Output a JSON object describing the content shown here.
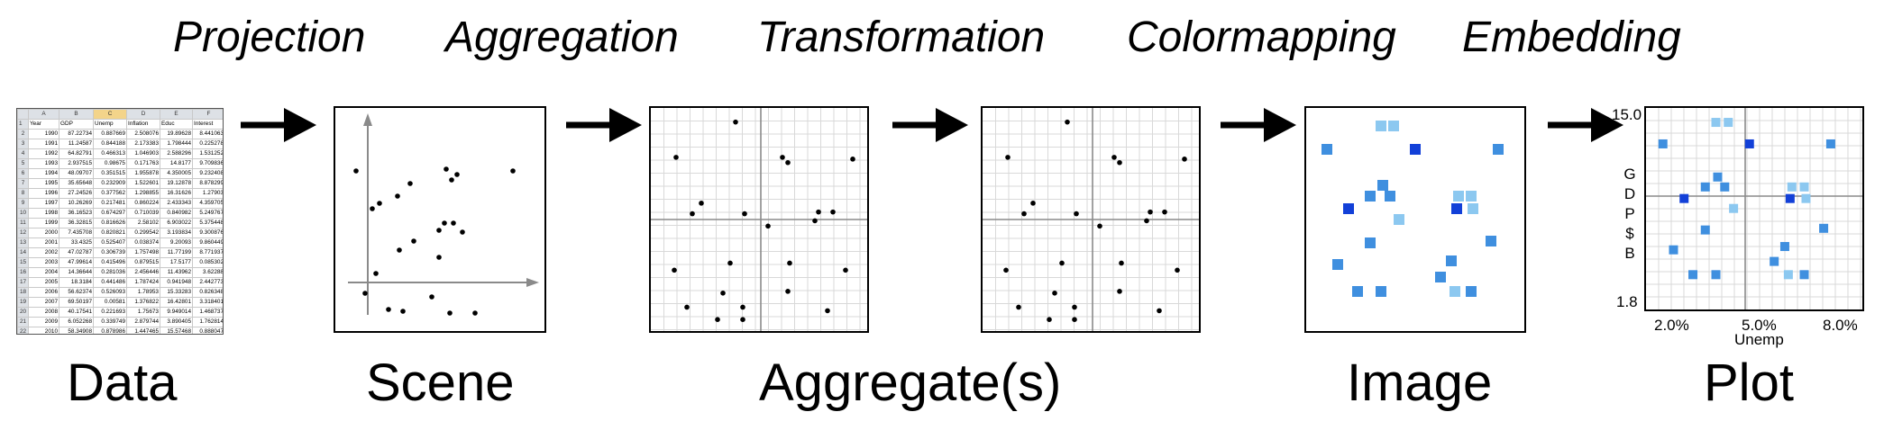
{
  "steps": [
    "Projection",
    "Aggregation",
    "Transformation",
    "Colormapping",
    "Embedding"
  ],
  "stages": {
    "data": "Data",
    "scene": "Scene",
    "aggregates": "Aggregate(s)",
    "image": "Image",
    "plot": "Plot"
  },
  "spreadsheet": {
    "column_letters": [
      "",
      "A",
      "B",
      "C",
      "D",
      "E",
      "F"
    ],
    "headers": [
      "Year",
      "GDP",
      "Unemp",
      "Inflation",
      "Educ",
      "Interest"
    ],
    "rows": [
      [
        "1990",
        "87.22734",
        "0.887669",
        "2.508076",
        "19.89628",
        "8.441063"
      ],
      [
        "1991",
        "11.24587",
        "0.844188",
        "2.173383",
        "1.798444",
        "0.225278"
      ],
      [
        "1992",
        "64.82791",
        "0.466313",
        "1.046903",
        "2.588296",
        "1.531252"
      ],
      [
        "1993",
        "2.937515",
        "0.98675",
        "0.171763",
        "14.8177",
        "9.709836"
      ],
      [
        "1994",
        "48.09707",
        "0.351515",
        "1.955878",
        "4.350005",
        "9.232408"
      ],
      [
        "1995",
        "35.65648",
        "0.232909",
        "1.522601",
        "19.12878",
        "8.878299"
      ],
      [
        "1996",
        "27.24526",
        "0.377562",
        "1.298855",
        "16.31626",
        "1.27903"
      ],
      [
        "1997",
        "10.26269",
        "0.217481",
        "0.860224",
        "2.433343",
        "4.359705"
      ],
      [
        "1998",
        "36.16523",
        "0.674297",
        "0.710039",
        "0.840982",
        "5.249767"
      ],
      [
        "1999",
        "36.32815",
        "0.816626",
        "2.58102",
        "6.903022",
        "5.375448"
      ],
      [
        "2000",
        "7.435708",
        "0.820821",
        "0.299542",
        "3.193834",
        "9.300876"
      ],
      [
        "2001",
        "33.4325",
        "0.525407",
        "0.038374",
        "9.20093",
        "9.860449"
      ],
      [
        "2002",
        "47.02787",
        "0.306739",
        "1.757498",
        "11.77199",
        "8.771937"
      ],
      [
        "2003",
        "47.99614",
        "0.415496",
        "0.879515",
        "17.5177",
        "0.085302"
      ],
      [
        "2004",
        "14.36644",
        "0.281036",
        "2.456446",
        "11.43962",
        "3.62288"
      ],
      [
        "2005",
        "18.3184",
        "0.441486",
        "1.787424",
        "0.941948",
        "2.442773"
      ],
      [
        "2006",
        "56.62374",
        "0.526093",
        "1.78953",
        "15.33283",
        "0.826348"
      ],
      [
        "2007",
        "69.50197",
        "0.00581",
        "1.376822",
        "16.42801",
        "3.318401"
      ],
      [
        "2008",
        "40.17541",
        "0.221693",
        "1.75673",
        "9.949014",
        "1.468737"
      ],
      [
        "2009",
        "6.052268",
        "0.339749",
        "2.879744",
        "3.890405",
        "1.762814"
      ],
      [
        "2010",
        "58.34908",
        "0.878986",
        "1.447465",
        "15.57468",
        "0.888047"
      ]
    ]
  },
  "plot": {
    "y_top_label": "15.0",
    "y_bottom_label": "1.8",
    "y_axis_letters": [
      "G",
      "D",
      "P",
      "$",
      "B"
    ],
    "x_tick_labels": [
      "2.0%",
      "5.0%",
      "8.0%"
    ],
    "x_axis_label": "Unemp"
  },
  "colors": {
    "light": "#8cc8f0",
    "medium": "#3f8fdf",
    "dark": "#1240d8",
    "grid": "#d9d9d9",
    "axis": "#8a8a8a"
  }
}
